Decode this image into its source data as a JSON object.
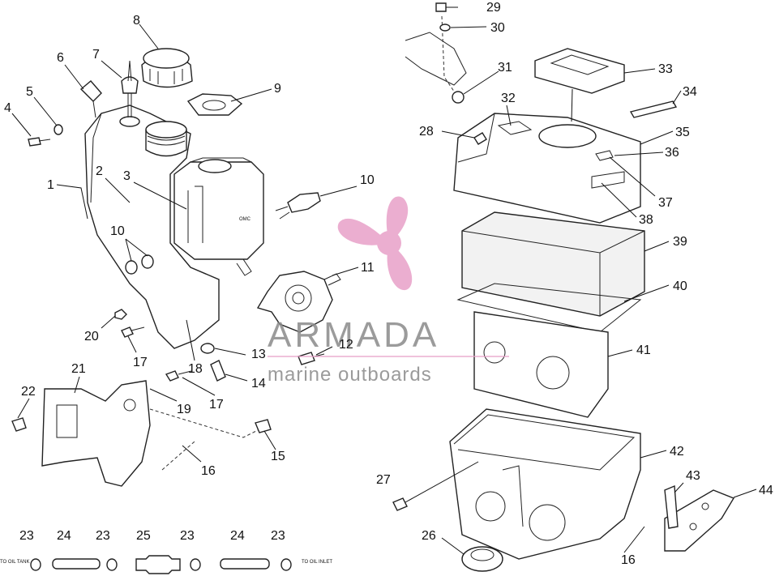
{
  "watermark": {
    "brand": "ARMADA",
    "tagline": "marine outboards",
    "accent_color": "#e8a0c8",
    "text_color": "#8a8a8a"
  },
  "notes": {
    "to_oil_tank": "TO OIL TANK",
    "to_oil_inlet": "TO OIL INLET"
  },
  "callouts": [
    "1",
    "2",
    "3",
    "4",
    "5",
    "6",
    "7",
    "8",
    "9",
    "10",
    "10",
    "11",
    "12",
    "13",
    "14",
    "15",
    "16",
    "16",
    "17",
    "17",
    "18",
    "19",
    "20",
    "21",
    "22",
    "23",
    "23",
    "23",
    "23",
    "24",
    "24",
    "25",
    "26",
    "27",
    "28",
    "29",
    "30",
    "31",
    "32",
    "33",
    "34",
    "35",
    "36",
    "37",
    "38",
    "39",
    "40",
    "41",
    "42",
    "43",
    "44"
  ]
}
